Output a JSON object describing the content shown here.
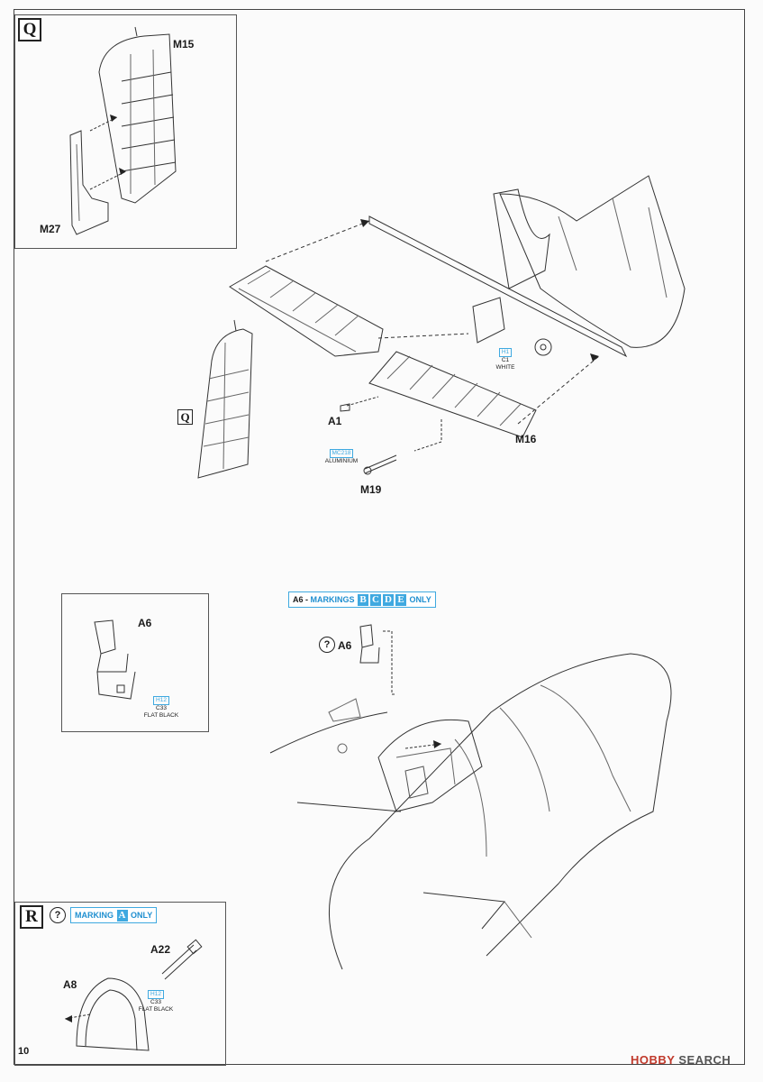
{
  "page_number": "10",
  "watermark": {
    "brand": "HOBBY",
    "suffix": "SEARCH"
  },
  "steps": {
    "q_inset": {
      "letter": "Q",
      "parts": {
        "top": "M15",
        "bottom": "M27"
      }
    },
    "q_main": {
      "letter": "Q",
      "parts": {
        "a1": "A1",
        "m16": "M16",
        "m19": "M19"
      },
      "colors": [
        {
          "code": "H1",
          "alt": "C1",
          "name": "WHITE"
        },
        {
          "code": "MC218",
          "name": "ALUMINIUM"
        }
      ]
    },
    "a6_inset": {
      "part": "A6",
      "color": {
        "code": "H12",
        "alt": "C33",
        "name": "FLAT BLACK"
      }
    },
    "a6_main": {
      "banner_prefix": "A6 - ",
      "banner_label": "MARKINGS",
      "markings": [
        "B",
        "C",
        "D",
        "E"
      ],
      "banner_suffix": "ONLY",
      "part": "A6",
      "optional_symbol": "?"
    },
    "r": {
      "letter": "R",
      "optional_symbol": "?",
      "banner_label": "MARKING",
      "marking": "A",
      "banner_suffix": "ONLY",
      "parts": {
        "a22": "A22",
        "a8": "A8"
      },
      "color": {
        "code": "H12",
        "alt": "C33",
        "name": "FLAT BLACK"
      }
    }
  }
}
